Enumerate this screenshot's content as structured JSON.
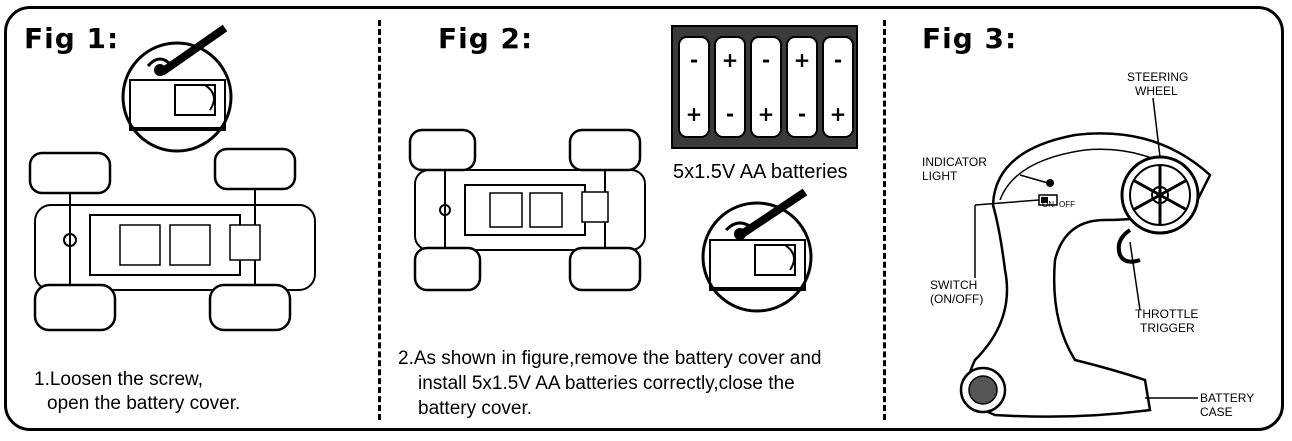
{
  "figures": [
    {
      "title": "Fig 1:",
      "caption_lines": [
        "1.Loosen the screw,",
        "open the battery cover."
      ]
    },
    {
      "title": "Fig 2:",
      "battery_label": "5x1.5V AA batteries",
      "caption_lines": [
        "2.As shown in figure,remove the battery cover and",
        "install 5x1.5V AA batteries correctly,close the",
        "battery cover."
      ]
    },
    {
      "title": "Fig 3:",
      "labels": {
        "steering_wheel": [
          "STEERING",
          "WHEEL"
        ],
        "indicator_light": [
          "INDICATOR",
          "LIGHT"
        ],
        "switch": [
          "SWITCH",
          "(ON/OFF)"
        ],
        "throttle_trigger": [
          "THROTTLE",
          "TRIGGER"
        ],
        "battery_case": [
          "BATTERY",
          "CASE"
        ],
        "switch_on": "ON",
        "switch_off": "OFF"
      }
    }
  ],
  "batteries": [
    "-",
    "+",
    "-",
    "+",
    "-"
  ]
}
